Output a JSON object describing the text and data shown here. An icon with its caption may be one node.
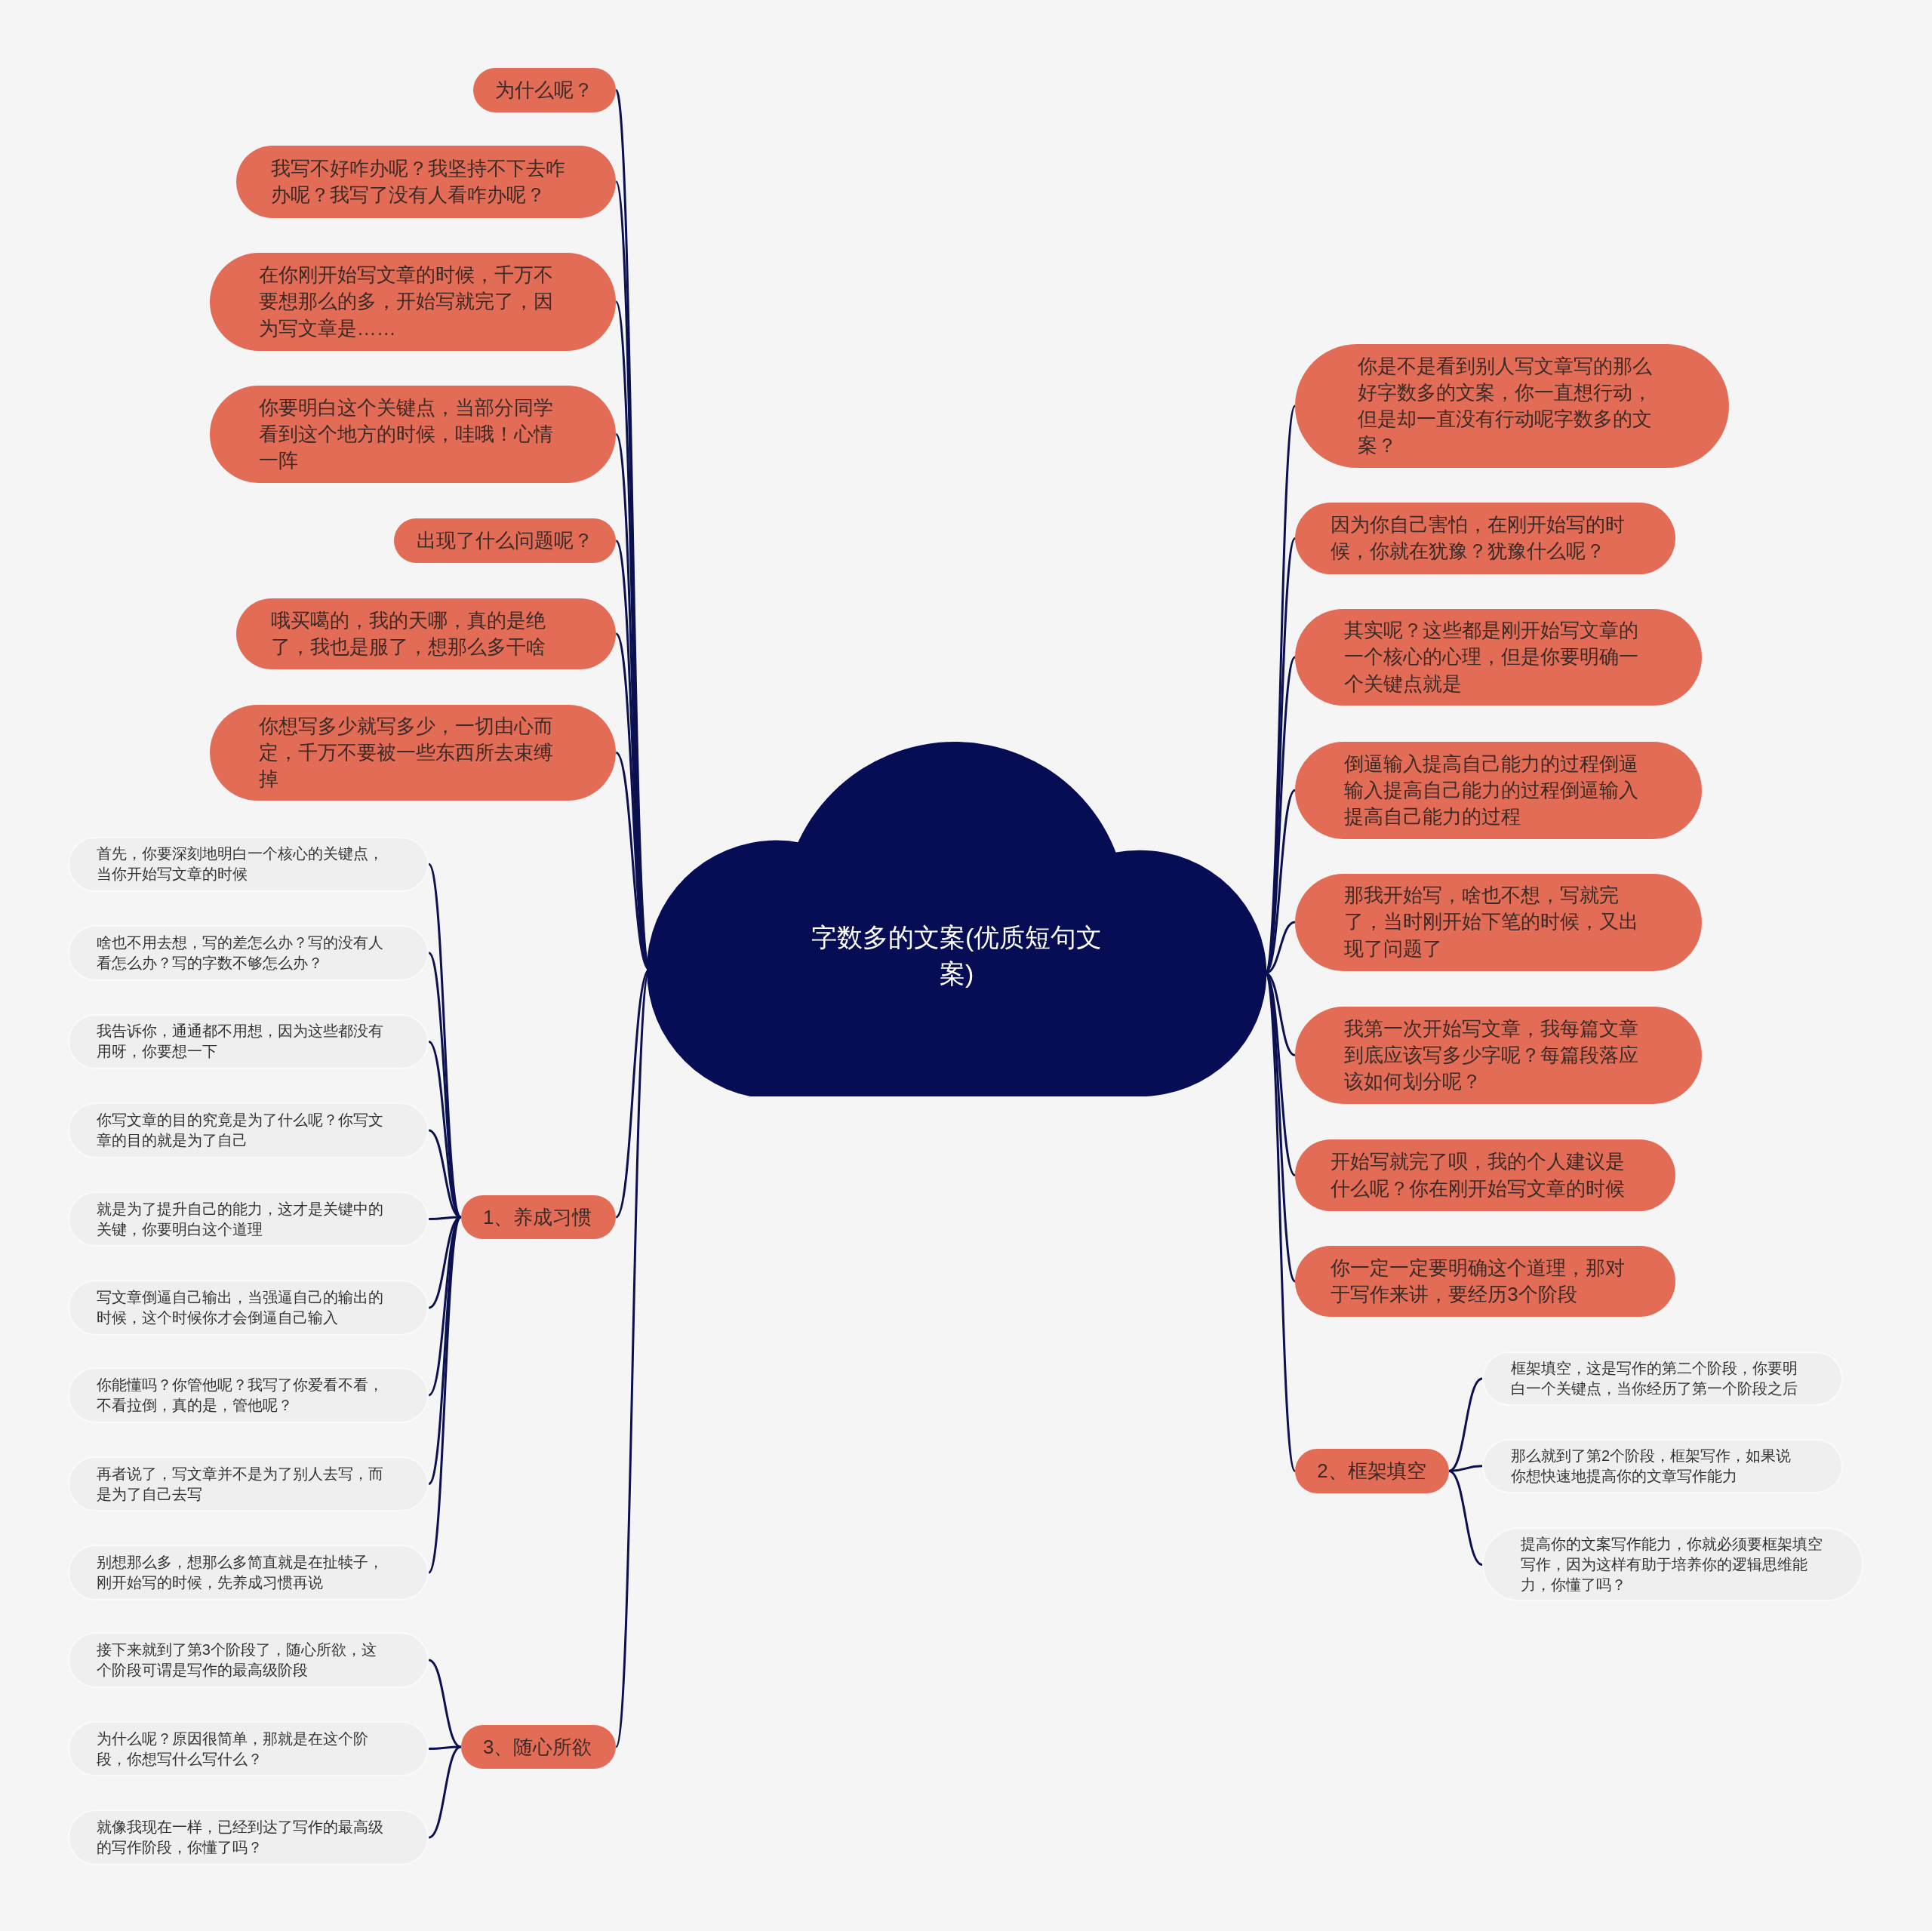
{
  "diagram": {
    "nodes": [
      {
        "text": [
          "字数多的文案(优质短句文案)"
        ]
      },
      {
        "text": [
          "为什么呢？"
        ]
      },
      {
        "text": [
          "我写不好咋办呢？我坚持不下去咋办呢？我写了没有人看咋办呢？"
        ]
      },
      {
        "text": [
          "在你刚开始写文章的时候，千万不要想那么的多，开始写就完了，因为写文章是……"
        ]
      },
      {
        "text": [
          "你要明白这个关键点，当部分同学看到这个地方的时候，哇哦！心情一阵"
        ]
      },
      {
        "text": [
          "出现了什么问题呢？"
        ]
      },
      {
        "text": [
          "哦买噶的，我的天哪，真的是绝了，我也是服了，想那么多干啥"
        ]
      },
      {
        "text": [
          "你想写多少就写多少，一切由心而定，千万不要被一些东西所去束缚掉"
        ]
      },
      {
        "text": [
          "1、养成习惯"
        ]
      },
      {
        "text": [
          "首先，你要深刻地明白一个核心的关键点，当你开始写文章的时候"
        ]
      },
      {
        "text": [
          "啥也不用去想，写的差怎么办？写的没有人看怎么办？写的字数不够怎么办？"
        ]
      },
      {
        "text": [
          "我告诉你，通通都不用想，因为这些都没有用呀，你要想一下"
        ]
      },
      {
        "text": [
          "你写文章的目的究竟是为了什么呢？你写文章的目的就是为了自己"
        ]
      },
      {
        "text": [
          "就是为了提升自己的能力，这才是关键中的关键，你要明白这个道理"
        ]
      },
      {
        "text": [
          "写文章倒逼自己输出，当强逼自己的输出的时候，这个时候你才会倒逼自己输入"
        ]
      },
      {
        "text": [
          "你能懂吗？你管他呢？我写了你爱看不看，不看拉倒，真的是，管他呢？"
        ]
      },
      {
        "text": [
          "再者说了，写文章并不是为了别人去写，而是为了自己去写"
        ]
      },
      {
        "text": [
          "别想那么多，想那么多简直就是在扯犊子，刚开始写的时候，先养成习惯再说"
        ]
      },
      {
        "text": [
          "3、随心所欲"
        ]
      },
      {
        "text": [
          "接下来就到了第3个阶段了，随心所欲，这个阶段可谓是写作的最高级阶段"
        ]
      },
      {
        "text": [
          "为什么呢？原因很简单，那就是在这个阶段，你想写什么写什么？"
        ]
      },
      {
        "text": [
          "就像我现在一样，已经到达了写作的最高级的写作阶段，你懂了吗？"
        ]
      },
      {
        "text": [
          "你是不是看到别人写文章写的那么好字数多的文案，你一直想行动，但是却一直没有行动呢字数多的文案？"
        ]
      },
      {
        "text": [
          "因为你自己害怕，在刚开始写的时候，你就在犹豫？犹豫什么呢？"
        ]
      },
      {
        "text": [
          "其实呢？这些都是刚开始写文章的一个核心的心理，但是你要明确一个关键点就是"
        ]
      },
      {
        "text": [
          "倒逼输入提高自己能力的过程倒逼输入提高自己能力的过程倒逼输入提高自己能力的过程"
        ]
      },
      {
        "text": [
          "那我开始写，啥也不想，写就完了，当时刚开始下笔的时候，又出现了问题了"
        ]
      },
      {
        "text": [
          "我第一次开始写文章，我每篇文章到底应该写多少字呢？每篇段落应该如何划分呢？"
        ]
      },
      {
        "text": [
          "开始写就完了呗，我的个人建议是什么呢？你在刚开始写文章的时候"
        ]
      },
      {
        "text": [
          "你一定一定要明确这个道理，那对于写作来讲，要经历3个阶段"
        ]
      },
      {
        "text": [
          "2、框架填空"
        ]
      },
      {
        "text": [
          "框架填空，这是写作的第二个阶段，你要明白一个关键点，当你经历了第一个阶段之后"
        ]
      },
      {
        "text": [
          "那么就到了第2个阶段，框架写作，如果说你想快速地提高你的文章写作能力"
        ]
      },
      {
        "text": [
          "提高你的文案写作能力，你就必须要框架填空写作，因为这样有助于培养你的逻辑思维能力，你懂了吗？"
        ]
      }
    ],
    "edges": [
      {
        "from": 0,
        "to": 1,
        "arrow": "none"
      },
      {
        "from": 0,
        "to": 2,
        "arrow": "none"
      },
      {
        "from": 0,
        "to": 3,
        "arrow": "none"
      },
      {
        "from": 0,
        "to": 4,
        "arrow": "none"
      },
      {
        "from": 0,
        "to": 5,
        "arrow": "none"
      },
      {
        "from": 0,
        "to": 6,
        "arrow": "none"
      },
      {
        "from": 0,
        "to": 7,
        "arrow": "none"
      },
      {
        "from": 0,
        "to": 8,
        "arrow": "none"
      },
      {
        "from": 8,
        "to": 9,
        "arrow": "none"
      },
      {
        "from": 8,
        "to": 10,
        "arrow": "none"
      },
      {
        "from": 8,
        "to": 11,
        "arrow": "none"
      },
      {
        "from": 8,
        "to": 12,
        "arrow": "none"
      },
      {
        "from": 8,
        "to": 13,
        "arrow": "none"
      },
      {
        "from": 8,
        "to": 14,
        "arrow": "none"
      },
      {
        "from": 8,
        "to": 15,
        "arrow": "none"
      },
      {
        "from": 8,
        "to": 16,
        "arrow": "none"
      },
      {
        "from": 8,
        "to": 17,
        "arrow": "none"
      },
      {
        "from": 0,
        "to": 18,
        "arrow": "none"
      },
      {
        "from": 18,
        "to": 19,
        "arrow": "none"
      },
      {
        "from": 18,
        "to": 20,
        "arrow": "none"
      },
      {
        "from": 18,
        "to": 21,
        "arrow": "none"
      },
      {
        "from": 0,
        "to": 22,
        "arrow": "none"
      },
      {
        "from": 0,
        "to": 23,
        "arrow": "none"
      },
      {
        "from": 0,
        "to": 24,
        "arrow": "none"
      },
      {
        "from": 0,
        "to": 25,
        "arrow": "none"
      },
      {
        "from": 0,
        "to": 26,
        "arrow": "none"
      },
      {
        "from": 0,
        "to": 27,
        "arrow": "none"
      },
      {
        "from": 0,
        "to": 28,
        "arrow": "none"
      },
      {
        "from": 0,
        "to": 29,
        "arrow": "none"
      },
      {
        "from": 0,
        "to": 30,
        "arrow": "none"
      },
      {
        "from": 30,
        "to": 31,
        "arrow": "none"
      },
      {
        "from": 30,
        "to": 32,
        "arrow": "none"
      },
      {
        "from": 30,
        "to": 33,
        "arrow": "none"
      }
    ]
  }
}
